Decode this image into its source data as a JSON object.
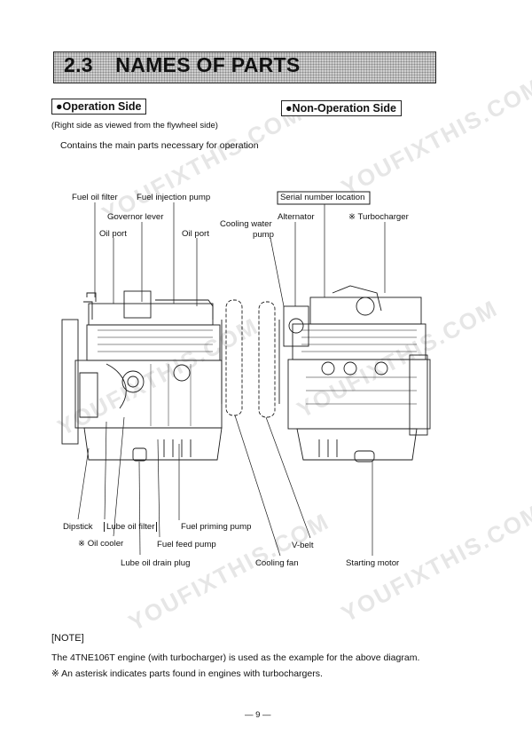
{
  "header": {
    "section_number": "2.3",
    "section_title": "NAMES OF PARTS"
  },
  "operation_side": {
    "label": "●Operation Side",
    "note": "(Right side as viewed from the flywheel side)",
    "description": "Contains the main parts necessary for operation"
  },
  "non_operation_side": {
    "label": "●Non-Operation Side"
  },
  "callouts": {
    "fuel_oil_filter": "Fuel oil filter",
    "fuel_injection_pump": "Fuel injection pump",
    "governor_lever": "Governor lever",
    "oil_port_left": "Oil port",
    "oil_port_right": "Oil port",
    "cooling_water_pump_1": "Cooling water",
    "cooling_water_pump_2": "pump",
    "serial_number_location": "Serial number location",
    "alternator": "Alternator",
    "turbocharger": "※ Turbocharger",
    "dipstick": "Dipstick",
    "lube_oil_filter": "Lube oil filter",
    "fuel_priming_pump": "Fuel priming pump",
    "oil_cooler": "※ Oil cooler",
    "fuel_feed_pump": "Fuel feed pump",
    "v_belt": "V-belt",
    "lube_oil_drain_plug": "Lube oil  drain plug",
    "cooling_fan": "Cooling fan",
    "starting_motor": "Starting motor"
  },
  "note": {
    "header": "[NOTE]",
    "line1": "The 4TNE106T engine (with turbocharger) is used as the example for the above diagram.",
    "line2": "※ An asterisk  indicates parts found in engines with turbochargers."
  },
  "footer": {
    "page_number": "— 9 —"
  },
  "watermark": {
    "text": "YOUFIXTHIS.COM"
  }
}
